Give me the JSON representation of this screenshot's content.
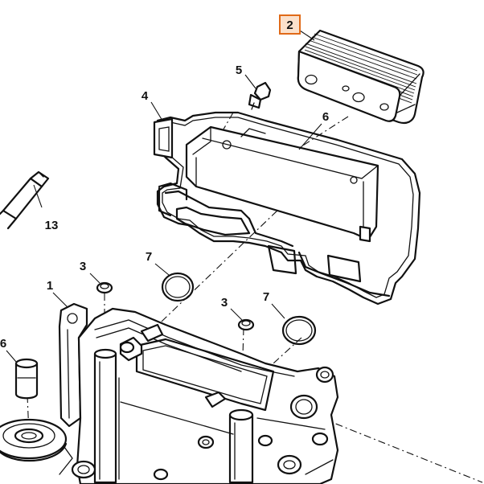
{
  "callouts": [
    {
      "id": "c2",
      "label": "2",
      "highlighted": true
    },
    {
      "id": "c5",
      "label": "5"
    },
    {
      "id": "c4",
      "label": "4"
    },
    {
      "id": "c6a",
      "label": "6"
    },
    {
      "id": "c13",
      "label": "13"
    },
    {
      "id": "c7a",
      "label": "7"
    },
    {
      "id": "c3a",
      "label": "3"
    },
    {
      "id": "c1",
      "label": "1"
    },
    {
      "id": "c3b",
      "label": "3"
    },
    {
      "id": "c7b",
      "label": "7"
    },
    {
      "id": "c6b",
      "label": "6"
    }
  ],
  "colors": {
    "line": "#111111",
    "highlight_fill": "#fbe1cc",
    "highlight_stroke": "#e06a18",
    "background": "#ffffff"
  }
}
